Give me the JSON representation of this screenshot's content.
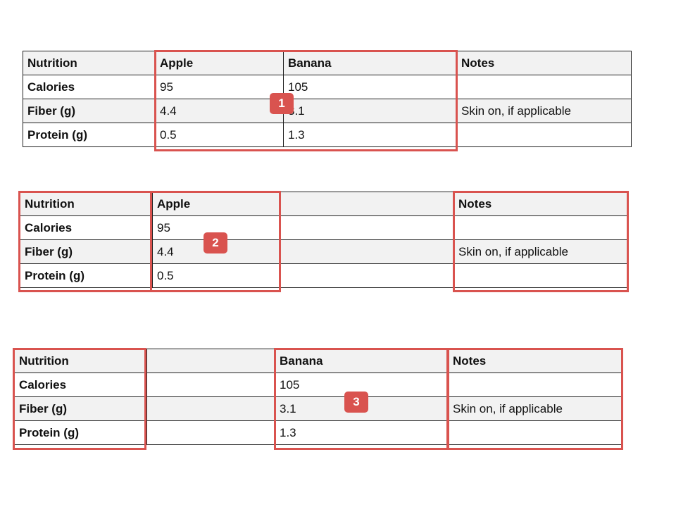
{
  "highlight_color": "#d9534f",
  "tables": [
    {
      "headers": [
        "Nutrition",
        "Apple",
        "Banana",
        "Notes"
      ],
      "rows": [
        [
          "Calories",
          "95",
          "105",
          ""
        ],
        [
          "Fiber (g)",
          "4.4",
          "3.1",
          "Skin on, if applicable"
        ],
        [
          "Protein (g)",
          "0.5",
          "1.3",
          ""
        ]
      ]
    },
    {
      "headers": [
        "Nutrition",
        "Apple",
        "",
        "Notes"
      ],
      "rows": [
        [
          "Calories",
          "95",
          "",
          ""
        ],
        [
          "Fiber (g)",
          "4.4",
          "",
          "Skin on, if applicable"
        ],
        [
          "Protein (g)",
          "0.5",
          "",
          ""
        ]
      ]
    },
    {
      "headers": [
        "Nutrition",
        "",
        "Banana",
        "Notes"
      ],
      "rows": [
        [
          "Calories",
          "",
          "105",
          ""
        ],
        [
          "Fiber (g)",
          "",
          "3.1",
          "Skin on, if applicable"
        ],
        [
          "Protein (g)",
          "",
          "1.3",
          ""
        ]
      ]
    }
  ],
  "badges": [
    "1",
    "2",
    "3"
  ]
}
